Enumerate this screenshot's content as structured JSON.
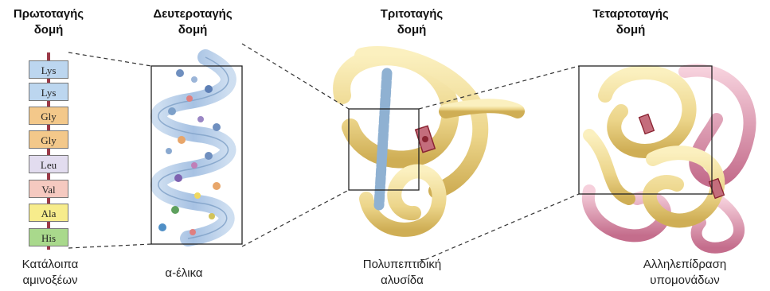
{
  "titles": {
    "primary": [
      "Πρωτοταγής",
      "δομή"
    ],
    "secondary": [
      "Δευτεροταγής",
      "δομή"
    ],
    "tertiary": [
      "Τριτοταγής",
      "δομή"
    ],
    "quaternary": [
      "Τεταρτοταγής",
      "δομή"
    ]
  },
  "captions": {
    "primary": [
      "Κατάλοιπα",
      "αμινοξέων"
    ],
    "secondary": [
      "α-έλικα"
    ],
    "tertiary": [
      "Πολυπεπτιδική",
      "αλυσίδα"
    ],
    "quaternary": [
      "Αλληλεπίδραση",
      "υπομονάδων"
    ]
  },
  "residues": [
    {
      "label": "Lys",
      "color": "#bcd6ef"
    },
    {
      "label": "Lys",
      "color": "#bcd6ef"
    },
    {
      "label": "Gly",
      "color": "#f3c88a"
    },
    {
      "label": "Gly",
      "color": "#f3c88a"
    },
    {
      "label": "Leu",
      "color": "#e2dcef"
    },
    {
      "label": "Val",
      "color": "#f5c9c0"
    },
    {
      "label": "Ala",
      "color": "#f7ec8c"
    },
    {
      "label": "His",
      "color": "#a9d98c"
    }
  ],
  "colors": {
    "backbone": "#9b3a48",
    "helix": "#a9c4e0",
    "ribbon": "#f0dc92",
    "ribbon_shade": "#d6b659",
    "subunit_pink": "#d88aa5",
    "heme": "#8a2432"
  }
}
